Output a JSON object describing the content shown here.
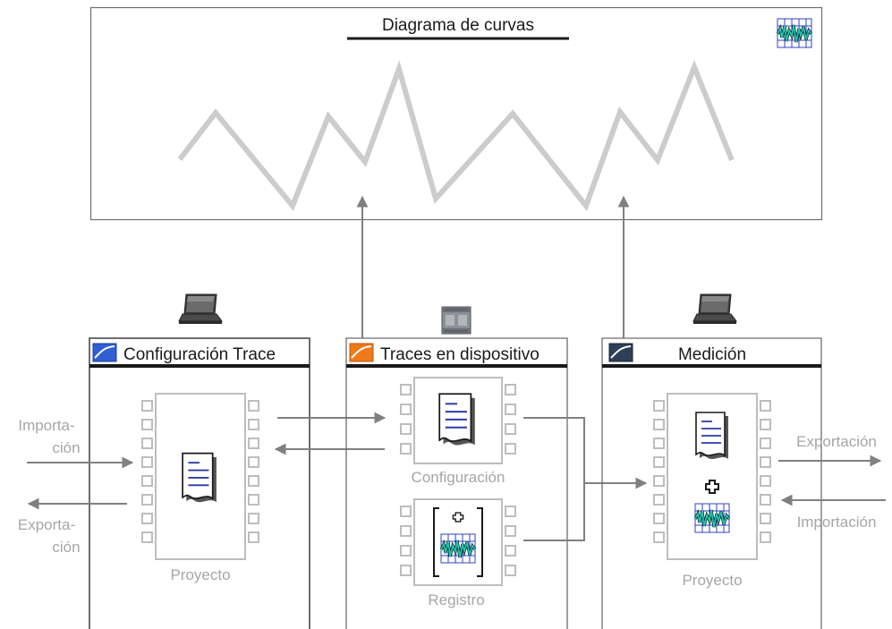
{
  "diagram": {
    "title": "Diagrama de curvas"
  },
  "panels": {
    "config": {
      "title": "Configuración Trace",
      "chip_label": "Proyecto"
    },
    "device": {
      "title": "Traces en dispositivo",
      "chip_config_label": "Configuración",
      "chip_registro_label": "Registro"
    },
    "medicion": {
      "title": "Medición",
      "chip_label": "Proyecto"
    }
  },
  "side_labels": {
    "left_import_line1": "Importa-",
    "left_import_line2": "ción",
    "left_export_line1": "Exporta-",
    "left_export_line2": "ción",
    "right_export": "Exportación",
    "right_import": "Importación"
  },
  "colors": {
    "border": "#6e6e6e",
    "header_bar": "#1a1a1a",
    "arrow": "#808080",
    "wave": "#cccccc",
    "chip": "#bdbdbd",
    "gray_text": "#a6a6a6",
    "doc_line": "#2f3aa8",
    "icon_config": "#2f5fd0",
    "icon_device": "#f07a1a",
    "icon_medicion": "#2e3e55"
  },
  "icons": {
    "trace_chart": "trace-chart-icon",
    "laptop": "laptop-icon",
    "plc": "plc-device-icon",
    "document": "document-icon",
    "plus": "plus-icon"
  }
}
